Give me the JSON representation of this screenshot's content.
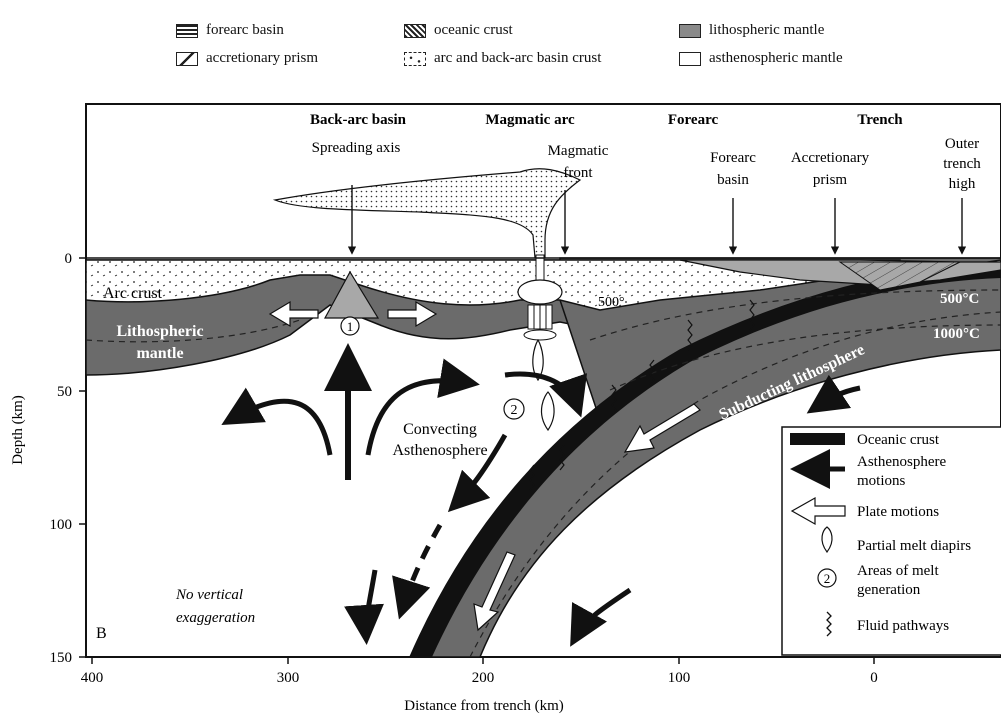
{
  "legend": {
    "items": [
      {
        "label": "forearc basin",
        "icon": "forearc-basin-swatch"
      },
      {
        "label": "oceanic crust",
        "icon": "oceanic-crust-swatch"
      },
      {
        "label": "lithospheric mantle",
        "icon": "lithospheric-mantle-swatch"
      },
      {
        "label": "accretionary prism",
        "icon": "accretionary-prism-swatch"
      },
      {
        "label": "arc and back-arc basin crust",
        "icon": "arc-crust-swatch"
      },
      {
        "label": "asthenospheric mantle",
        "icon": "asthenospheric-mantle-swatch"
      }
    ]
  },
  "zones": {
    "back_arc_basin": "Back-arc basin",
    "magmatic_arc": "Magmatic arc",
    "forearc": "Forearc",
    "trench": "Trench"
  },
  "features": {
    "spreading_axis": "Spreading axis",
    "magmatic_front": [
      "Magmatic",
      "front"
    ],
    "forearc_basin": [
      "Forearc",
      "basin"
    ],
    "accretionary_prism": [
      "Accretionary",
      "prism"
    ],
    "outer_trench_high": [
      "Outer",
      "trench",
      "high"
    ]
  },
  "labels": {
    "arc_crust": "Arc crust",
    "lithospheric_mantle": [
      "Lithospheric",
      "mantle"
    ],
    "temp_500_arc": "500°",
    "temp_500": "500°C",
    "temp_1000": "1000°C",
    "subducting": "Subducting lithosphere",
    "convecting": [
      "Convecting",
      "Asthenosphere"
    ],
    "no_vertical": [
      "No vertical",
      "exaggeration"
    ],
    "panel": "B",
    "melt_1": "1",
    "melt_2": "2"
  },
  "key": {
    "oceanic_crust": "Oceanic crust",
    "asthenosphere_motions": [
      "Asthenosphere",
      "motions"
    ],
    "plate_motions": "Plate motions",
    "partial_melt": "Partial melt diapirs",
    "areas_of_melt": [
      "Areas of melt",
      "generation"
    ],
    "area_number": "2",
    "fluid_pathways": "Fluid pathways"
  },
  "axes": {
    "xlabel": "Distance from trench (km)",
    "ylabel": "Depth (km)",
    "xticks": [
      "400",
      "300",
      "200",
      "100",
      "0"
    ],
    "yticks": [
      "0",
      "50",
      "100",
      "150"
    ]
  },
  "colors": {
    "mantle": "#6b6b6b",
    "light_mantle": "#a8a8a8",
    "oceanic": "#111111",
    "white": "#ffffff"
  }
}
